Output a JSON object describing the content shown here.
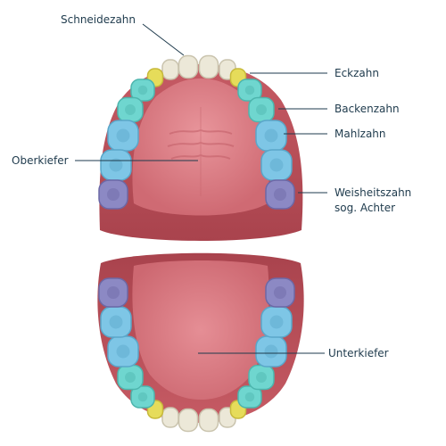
{
  "labels": {
    "incisor": "Schneidezahn",
    "canine": "Eckzahn",
    "premolar": "Backenzahn",
    "molar": "Mahlzahn",
    "wisdom_line1": "Weisheitszahn",
    "wisdom_line2": "sog. Achter",
    "upper_jaw": "Oberkiefer",
    "lower_jaw": "Unterkiefer"
  },
  "colors": {
    "line": "#1e3a4c",
    "gum": "#b7505a",
    "palate": "#d9777f",
    "incisor": "#ece8d8",
    "canine": "#e6dc5a",
    "premolar": "#6fd6cf",
    "molar": "#7ec6e6",
    "wisdom": "#8c89c4"
  }
}
